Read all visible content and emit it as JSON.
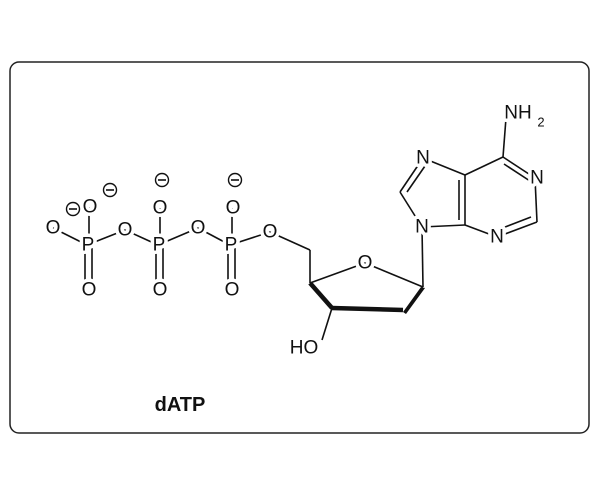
{
  "title": "dATP",
  "atoms": {
    "o_gamma_left": "O",
    "o_gamma_top": "O",
    "p_gamma": "P",
    "o_gamma_bottom": "O",
    "o_bridge1": "O",
    "o_beta_top": "O",
    "p_beta": "P",
    "o_beta_bottom": "O",
    "o_bridge2": "O",
    "o_alpha_top": "O",
    "p_alpha": "P",
    "o_alpha_bottom": "O",
    "o5": "O",
    "o4": "O",
    "ho": "HO",
    "n9": "N",
    "n7": "N",
    "n3": "N",
    "n1": "N",
    "nh2_n": "NH",
    "nh2_sub": "2"
  },
  "charges": [
    "−",
    "−",
    "−",
    "−"
  ]
}
